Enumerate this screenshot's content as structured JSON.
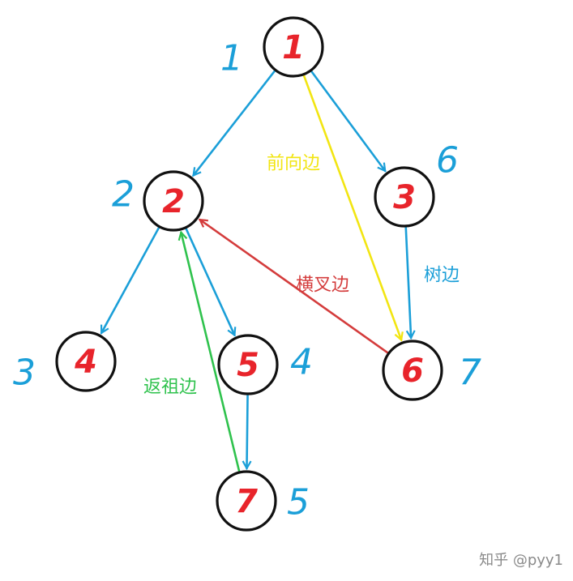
{
  "colors": {
    "node_label": "#e8242b",
    "order_label": "#1b9fd8",
    "tree_edge": "#1b9fd8",
    "forward_edge": "#f2e512",
    "cross_edge": "#d43c3c",
    "back_edge": "#2fc24d",
    "watermark": "#8a8a8a"
  },
  "nodes": [
    {
      "id": "n1",
      "label": "1",
      "order": "1"
    },
    {
      "id": "n2",
      "label": "2",
      "order": "2"
    },
    {
      "id": "n3",
      "label": "3",
      "order": "6"
    },
    {
      "id": "n4",
      "label": "4",
      "order": "3"
    },
    {
      "id": "n5",
      "label": "5",
      "order": "4"
    },
    {
      "id": "n6",
      "label": "6",
      "order": "7"
    },
    {
      "id": "n7",
      "label": "7",
      "order": "5"
    }
  ],
  "edges": [
    {
      "from": "n1",
      "to": "n2",
      "kind": "tree"
    },
    {
      "from": "n1",
      "to": "n3",
      "kind": "tree"
    },
    {
      "from": "n1",
      "to": "n6",
      "kind": "forward"
    },
    {
      "from": "n2",
      "to": "n4",
      "kind": "tree"
    },
    {
      "from": "n2",
      "to": "n5",
      "kind": "tree"
    },
    {
      "from": "n3",
      "to": "n6",
      "kind": "tree"
    },
    {
      "from": "n5",
      "to": "n7",
      "kind": "tree"
    },
    {
      "from": "n6",
      "to": "n2",
      "kind": "cross"
    },
    {
      "from": "n7",
      "to": "n2",
      "kind": "back"
    }
  ],
  "edge_labels": {
    "forward": "前向边",
    "tree": "树边",
    "cross": "横叉边",
    "back": "返祖边"
  },
  "watermark": "知乎 @pyy1"
}
